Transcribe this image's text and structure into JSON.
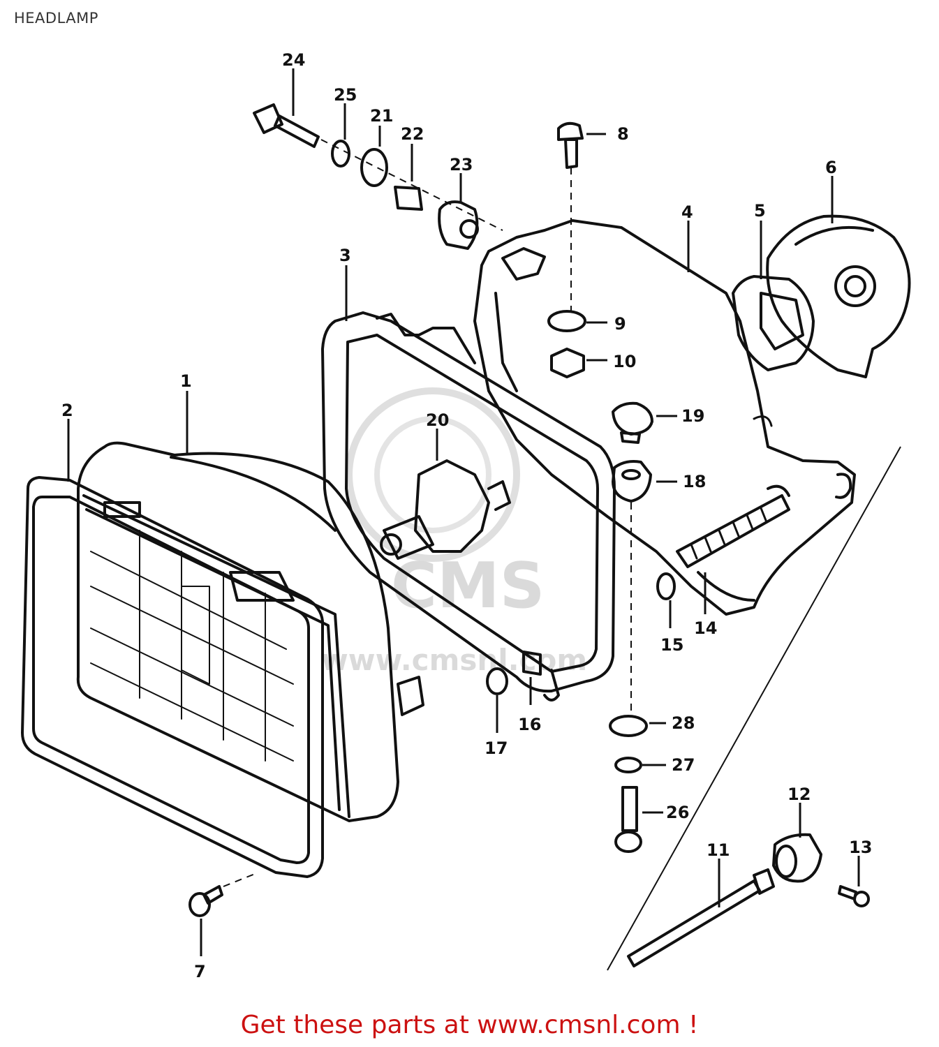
{
  "page": {
    "title": "HEADLAMP",
    "footer": "Get these parts at www.cmsnl.com !"
  },
  "watermark": {
    "logo_text": "CMS",
    "url_text": "www.cmsnl.com"
  },
  "callouts": [
    "1",
    "2",
    "3",
    "4",
    "5",
    "6",
    "7",
    "8",
    "9",
    "10",
    "11",
    "12",
    "13",
    "14",
    "15",
    "16",
    "17",
    "18",
    "19",
    "20",
    "21",
    "22",
    "23",
    "24",
    "25",
    "26",
    "27",
    "28"
  ],
  "colors": {
    "line": "#111111",
    "footer": "#cc1111",
    "watermark": "#d6d6d6"
  }
}
